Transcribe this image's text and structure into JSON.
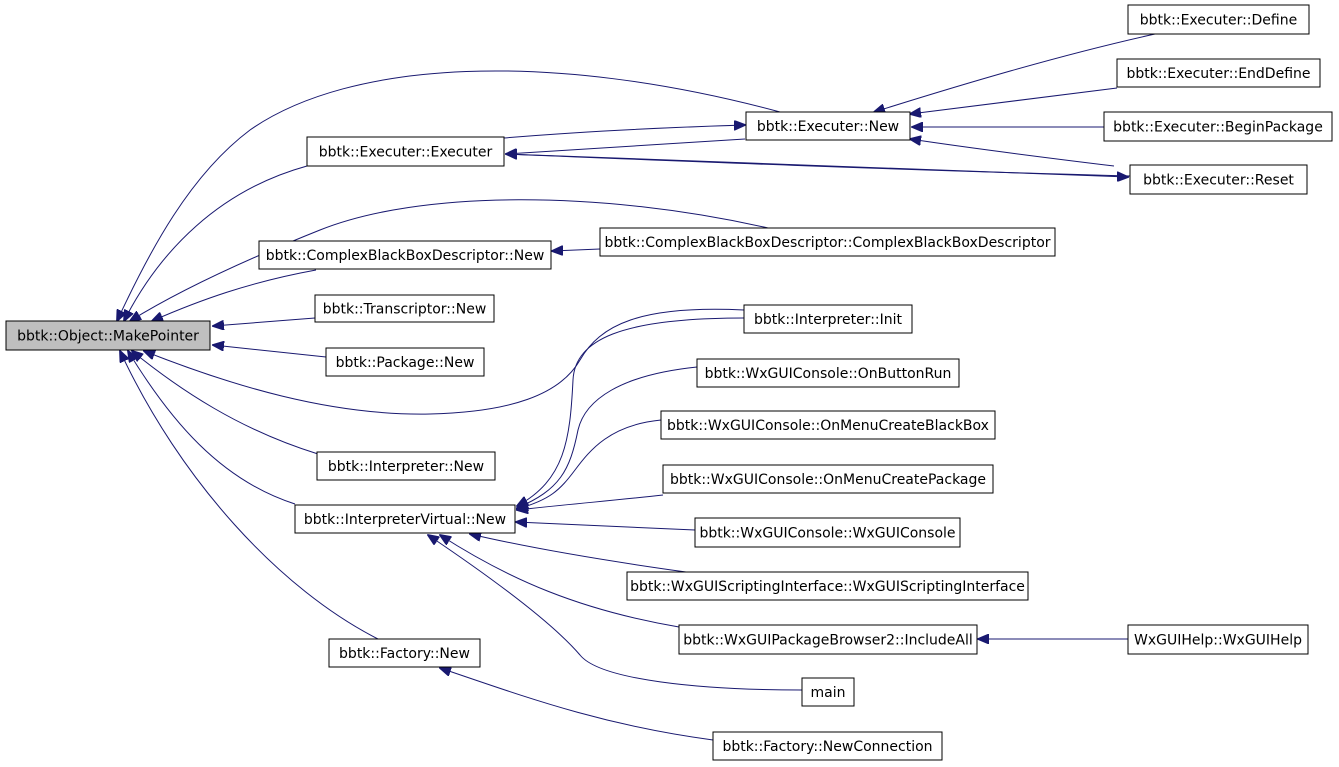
{
  "colors": {
    "edge": "#191970",
    "node_border": "#000000",
    "node_fill": "#ffffff",
    "root_fill": "#bfbfbf"
  },
  "nodes": [
    {
      "id": "makepointer",
      "label": "bbtk::Object::MakePointer",
      "root": true
    },
    {
      "id": "exec_executer",
      "label": "bbtk::Executer::Executer"
    },
    {
      "id": "exec_new",
      "label": "bbtk::Executer::New"
    },
    {
      "id": "exec_define",
      "label": "bbtk::Executer::Define"
    },
    {
      "id": "exec_enddefine",
      "label": "bbtk::Executer::EndDefine"
    },
    {
      "id": "exec_beginpackage",
      "label": "bbtk::Executer::BeginPackage"
    },
    {
      "id": "exec_reset",
      "label": "bbtk::Executer::Reset"
    },
    {
      "id": "cbbd_new",
      "label": "bbtk::ComplexBlackBoxDescriptor::New"
    },
    {
      "id": "cbbd_ctor",
      "label": "bbtk::ComplexBlackBoxDescriptor::ComplexBlackBoxDescriptor"
    },
    {
      "id": "transcriptor_new",
      "label": "bbtk::Transcriptor::New"
    },
    {
      "id": "package_new",
      "label": "bbtk::Package::New"
    },
    {
      "id": "interp_init",
      "label": "bbtk::Interpreter::Init"
    },
    {
      "id": "interp_new",
      "label": "bbtk::Interpreter::New"
    },
    {
      "id": "interpvirt_new",
      "label": "bbtk::InterpreterVirtual::New"
    },
    {
      "id": "console_onbuttonrun",
      "label": "bbtk::WxGUIConsole::OnButtonRun"
    },
    {
      "id": "console_onmenucreateblackbox",
      "label": "bbtk::WxGUIConsole::OnMenuCreateBlackBox"
    },
    {
      "id": "console_onmenucreatepackage",
      "label": "bbtk::WxGUIConsole::OnMenuCreatePackage"
    },
    {
      "id": "console_ctor",
      "label": "bbtk::WxGUIConsole::WxGUIConsole"
    },
    {
      "id": "scripting_ctor",
      "label": "bbtk::WxGUIScriptingInterface::WxGUIScriptingInterface"
    },
    {
      "id": "browser_includeall",
      "label": "bbtk::WxGUIPackageBrowser2::IncludeAll"
    },
    {
      "id": "wxguihelp",
      "label": "WxGUIHelp::WxGUIHelp"
    },
    {
      "id": "main",
      "label": "main"
    },
    {
      "id": "factory_new",
      "label": "bbtk::Factory::New"
    },
    {
      "id": "factory_newconnection",
      "label": "bbtk::Factory::NewConnection"
    }
  ],
  "edges": [
    {
      "from": "exec_executer",
      "to": "makepointer"
    },
    {
      "from": "exec_new",
      "to": "makepointer"
    },
    {
      "from": "cbbd_new",
      "to": "makepointer"
    },
    {
      "from": "cbbd_ctor",
      "to": "makepointer"
    },
    {
      "from": "transcriptor_new",
      "to": "makepointer"
    },
    {
      "from": "package_new",
      "to": "makepointer"
    },
    {
      "from": "interp_init",
      "to": "makepointer"
    },
    {
      "from": "interp_new",
      "to": "makepointer"
    },
    {
      "from": "interpvirt_new",
      "to": "makepointer"
    },
    {
      "from": "factory_new",
      "to": "makepointer"
    },
    {
      "from": "exec_executer",
      "to": "exec_new"
    },
    {
      "from": "exec_new",
      "to": "exec_executer"
    },
    {
      "from": "exec_reset",
      "to": "exec_executer"
    },
    {
      "from": "exec_define",
      "to": "exec_new"
    },
    {
      "from": "exec_enddefine",
      "to": "exec_new"
    },
    {
      "from": "exec_beginpackage",
      "to": "exec_new"
    },
    {
      "from": "exec_reset",
      "to": "exec_new"
    },
    {
      "from": "cbbd_ctor",
      "to": "cbbd_new"
    },
    {
      "from": "interp_init",
      "to": "interpvirt_new"
    },
    {
      "from": "console_onbuttonrun",
      "to": "interpvirt_new"
    },
    {
      "from": "console_onmenucreateblackbox",
      "to": "interpvirt_new"
    },
    {
      "from": "console_onmenucreatepackage",
      "to": "interpvirt_new"
    },
    {
      "from": "console_ctor",
      "to": "interpvirt_new"
    },
    {
      "from": "scripting_ctor",
      "to": "interpvirt_new"
    },
    {
      "from": "browser_includeall",
      "to": "interpvirt_new"
    },
    {
      "from": "main",
      "to": "interpvirt_new"
    },
    {
      "from": "wxguihelp",
      "to": "browser_includeall"
    },
    {
      "from": "factory_newconnection",
      "to": "factory_new"
    }
  ]
}
